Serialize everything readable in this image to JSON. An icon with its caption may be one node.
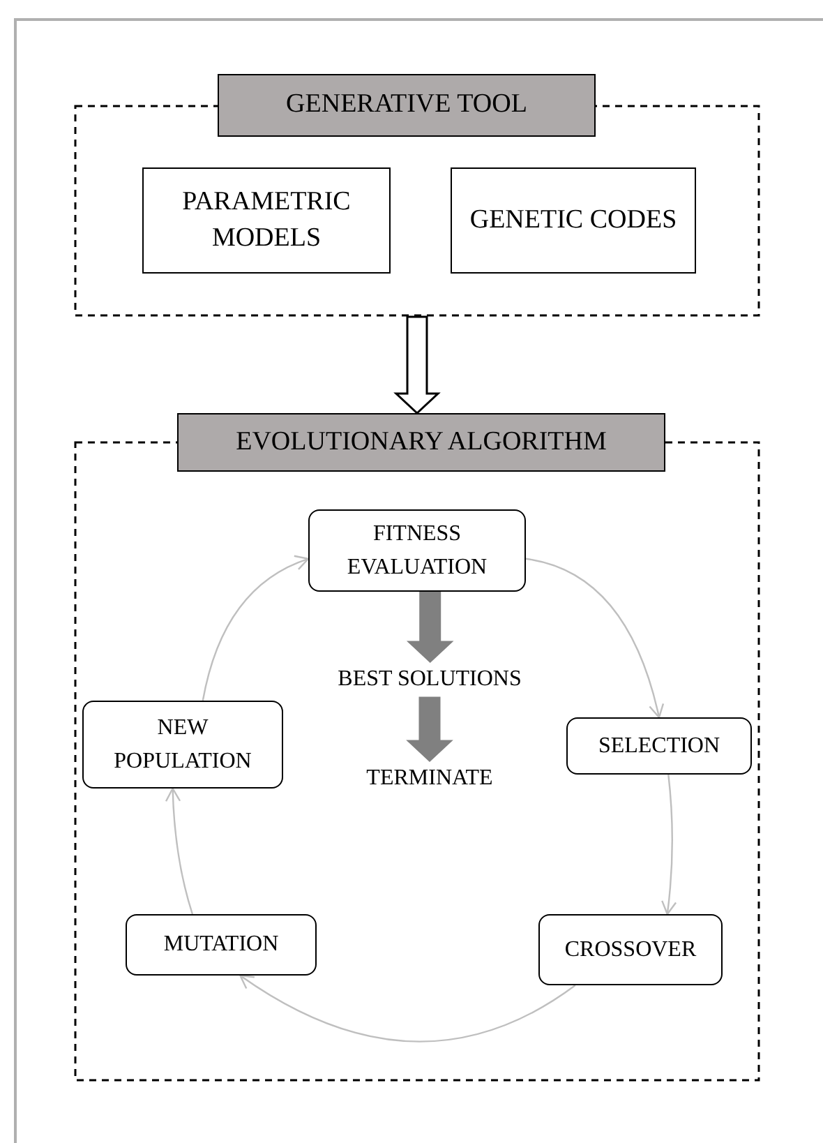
{
  "diagram": {
    "nodes": [
      {
        "text": [
          "GENERATIVE TOOL"
        ]
      },
      {
        "text": [
          "PARAMETRIC MODELS"
        ],
        "in": 0
      },
      {
        "text": [
          "GENETIC CODES"
        ],
        "in": 0
      },
      {
        "text": [
          "EVOLUTIONARY ALGORITHM"
        ]
      },
      {
        "text": [
          "FITNESS EVALUATION"
        ],
        "in": 3
      },
      {
        "text": [
          "BEST SOLUTIONS"
        ],
        "in": 3
      },
      {
        "text": [
          "TERMINATE"
        ],
        "in": 3
      },
      {
        "text": [
          "SELECTION"
        ],
        "in": 3
      },
      {
        "text": [
          "CROSSOVER"
        ],
        "in": 3
      },
      {
        "text": [
          "MUTATION"
        ],
        "in": 3
      },
      {
        "text": [
          "NEW POPULATION"
        ],
        "in": 3
      }
    ],
    "edges": [
      {
        "from": 0,
        "to": 3,
        "arrow": "to",
        "style": "thick"
      },
      {
        "from": 4,
        "to": 5,
        "arrow": "to",
        "style": "thick",
        "color": "#808080"
      },
      {
        "from": 5,
        "to": 6,
        "arrow": "to",
        "style": "thick",
        "color": "#808080"
      },
      {
        "from": 4,
        "to": 7,
        "arrow": "to"
      },
      {
        "from": 7,
        "to": 8,
        "arrow": "to"
      },
      {
        "from": 8,
        "to": 9,
        "arrow": "to"
      },
      {
        "from": 9,
        "to": 10,
        "arrow": "to"
      },
      {
        "from": 10,
        "to": 4,
        "arrow": "to"
      }
    ]
  }
}
